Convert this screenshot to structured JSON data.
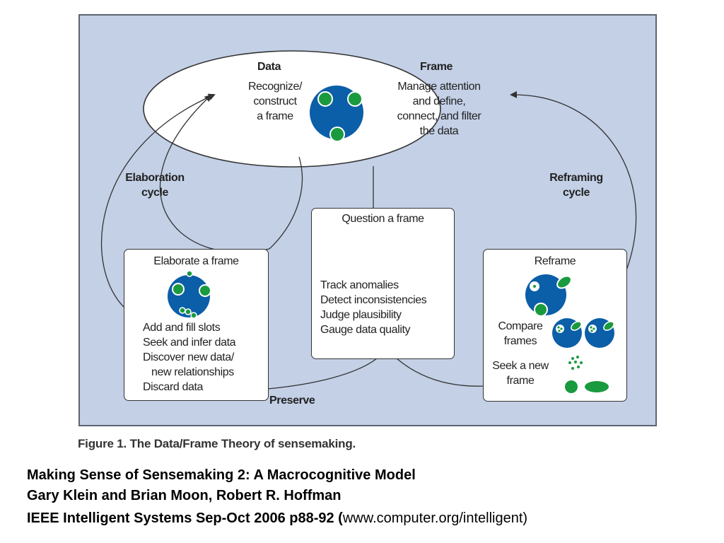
{
  "colors": {
    "background": "#c3d0e6",
    "frame_blue": "#0b5ea8",
    "slot_green": "#1a9a3e"
  },
  "ellipse": {
    "data_title": "Data",
    "data_text": [
      "Recognize/",
      "construct",
      "a frame"
    ],
    "frame_title": "Frame",
    "frame_text": [
      "Manage attention",
      "and define,",
      "connect, and filter",
      "the data"
    ]
  },
  "elaboration_cycle": [
    "Elaboration",
    "cycle"
  ],
  "reframing_cycle": [
    "Reframing",
    "cycle"
  ],
  "elaborate": {
    "title": "Elaborate a frame",
    "items": [
      "Add and fill slots",
      "Seek and infer data",
      "Discover new data/",
      "new relationships",
      "Discard data"
    ]
  },
  "question": {
    "title": "Question a frame",
    "items": [
      "Track anomalies",
      "Detect inconsistencies",
      "Judge plausibility",
      "Gauge data quality"
    ]
  },
  "reframe": {
    "title": "Reframe",
    "compare": [
      "Compare",
      "frames"
    ],
    "seek": [
      "Seek a new",
      "frame"
    ]
  },
  "preserve": "Preserve",
  "caption": "Figure 1. The Data/Frame Theory of sensemaking.",
  "citation": {
    "line1": "Making Sense of Sensemaking 2: A Macrocognitive Model",
    "line2": "Gary Klein and Brian Moon, Robert R. Hoffman",
    "line3": "IEEE Intelligent Systems Sep-Oct 2006 p88-92 (",
    "url": "www.computer.org/intelligent",
    "line3_end": ")"
  }
}
